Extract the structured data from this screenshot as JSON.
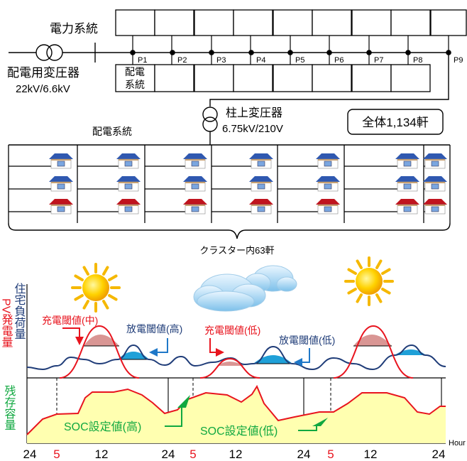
{
  "grid": {
    "title": "電力系統",
    "transformer_label": "配電用変圧器",
    "transformer_voltage": "22kV/6.6kV",
    "feeder_box_label": "配電\n系統",
    "nodes": [
      "P1",
      "P2",
      "P3",
      "P4",
      "P5",
      "P6",
      "P7",
      "P8",
      "P9"
    ],
    "pole_transformer_label": "柱上変圧器",
    "pole_transformer_voltage": "6.75kV/210V",
    "total_label": "全体1,134軒",
    "dist_label": "配電系統",
    "cluster_label": "クラスター内63軒"
  },
  "chart": {
    "y_label_pv": "PV発電量",
    "y_label_load": "住宅負荷量",
    "y_label_soc": "残存容量",
    "charge_mid": "充電閾値(中)",
    "discharge_high": "放電閾値(高)",
    "charge_low": "充電閾値(低)",
    "discharge_low": "放電閾値(低)",
    "soc_high": "SOC設定値(高)",
    "soc_low": "SOC設定値(低)",
    "x_unit": "Hour",
    "x_ticks": [
      {
        "label": "24",
        "color": "#000000"
      },
      {
        "label": "5",
        "color": "#e8141e"
      },
      {
        "label": "12",
        "color": "#000000"
      },
      {
        "label": "24",
        "color": "#000000"
      },
      {
        "label": "5",
        "color": "#e8141e"
      },
      {
        "label": "12",
        "color": "#000000"
      },
      {
        "label": "24",
        "color": "#000000"
      },
      {
        "label": "5",
        "color": "#e8141e"
      },
      {
        "label": "12",
        "color": "#000000"
      },
      {
        "label": "24",
        "color": "#000000"
      }
    ]
  },
  "colors": {
    "pv": "#e8141e",
    "load": "#1f3c78",
    "soc": "#e8141e",
    "soc_fill": "#ffffb0",
    "charge_fill": "#d99694",
    "discharge_fill": "#1fa0d8",
    "green": "#10a840"
  }
}
